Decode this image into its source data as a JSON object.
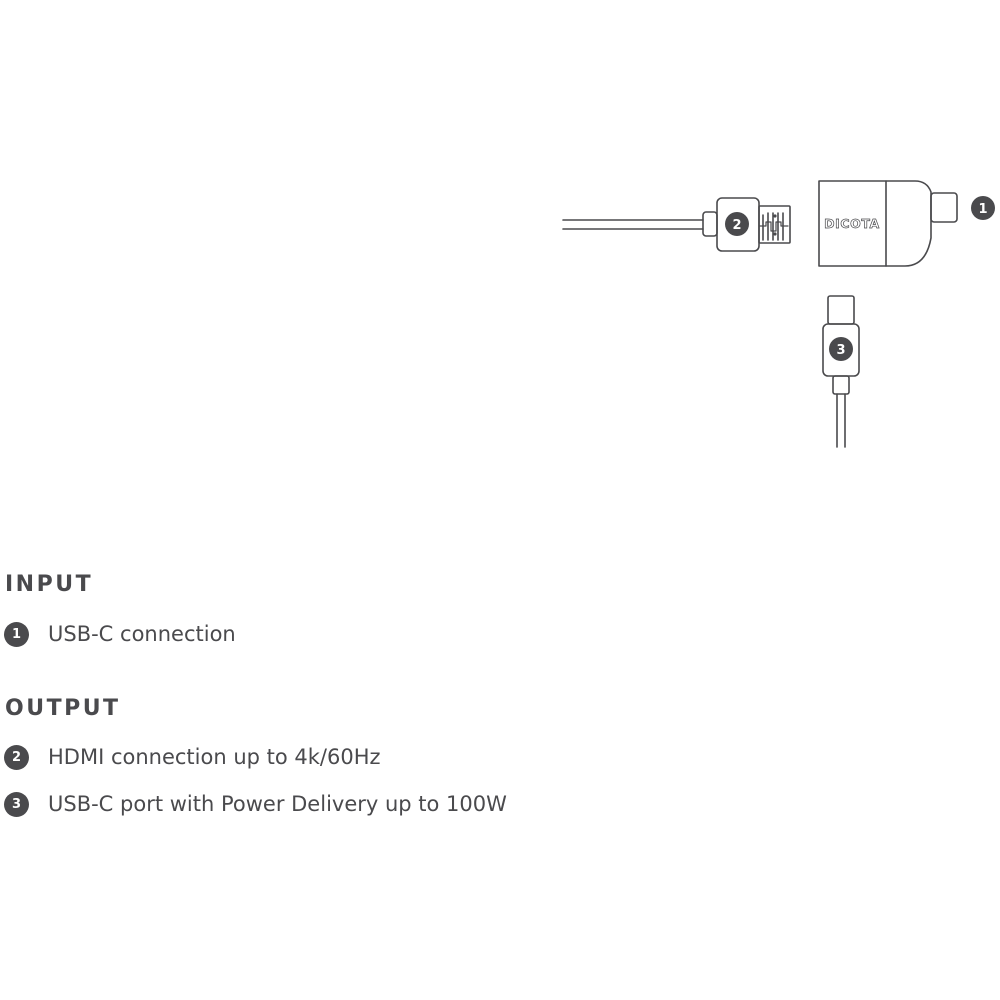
{
  "diagram": {
    "brand_label": "DICOTA",
    "callouts": [
      "1",
      "2",
      "3"
    ]
  },
  "legend": {
    "input": {
      "heading": "INPUT",
      "items": [
        {
          "number": "1",
          "text": "USB-C connection"
        }
      ]
    },
    "output": {
      "heading": "OUTPUT",
      "items": [
        {
          "number": "2",
          "text": "HDMI connection up to 4k/60Hz"
        },
        {
          "number": "3",
          "text": "USB-C port with Power Delivery up to 100W"
        }
      ]
    }
  },
  "colors": {
    "ink": "#4a4a4d",
    "background": "#ffffff"
  }
}
